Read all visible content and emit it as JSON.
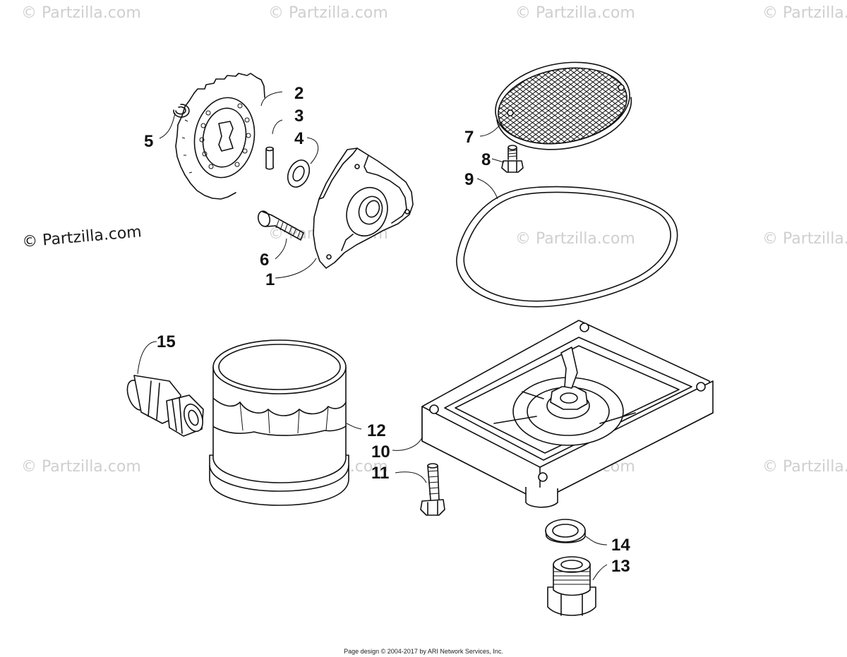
{
  "watermark": {
    "text": "© Partzilla.com"
  },
  "callouts": [
    {
      "label": "1"
    },
    {
      "label": "2"
    },
    {
      "label": "3"
    },
    {
      "label": "4"
    },
    {
      "label": "5"
    },
    {
      "label": "6"
    },
    {
      "label": "7"
    },
    {
      "label": "8"
    },
    {
      "label": "9"
    },
    {
      "label": "10"
    },
    {
      "label": "11"
    },
    {
      "label": "12"
    },
    {
      "label": "13"
    },
    {
      "label": "14"
    },
    {
      "label": "15"
    }
  ],
  "footer": {
    "text": "Page design © 2004-2017 by ARI Network Services, Inc."
  }
}
